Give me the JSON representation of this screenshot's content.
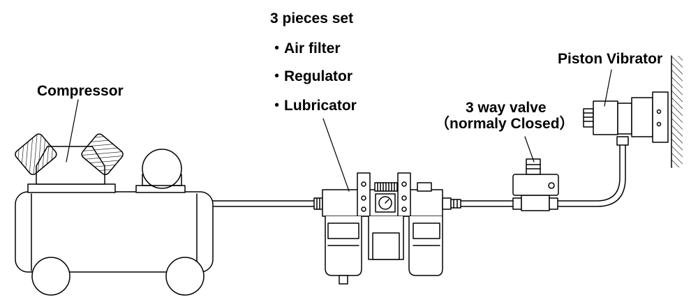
{
  "labels": {
    "compressor": "Compressor",
    "set_title": "3 pieces set",
    "set_items": [
      "・Air filter",
      "・Regulator",
      "・Lubricator"
    ],
    "valve_line1": "3 way valve",
    "valve_line2": "（normaly Closed）",
    "vibrator": "Piston Vibrator"
  }
}
